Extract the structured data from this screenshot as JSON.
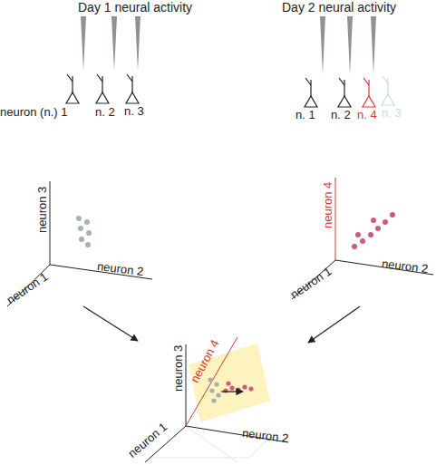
{
  "diagram": {
    "labels": [
      "Day 1 neural activity",
      "Day 2 neural activity",
      "neuron (n.) 1",
      "n. 2",
      "n. 3",
      "n. 1",
      "n. 2",
      "n. 4",
      "n. 3",
      "neuron 3",
      "neuron 1",
      "neuron 2",
      "neuron 4",
      "neuron 1",
      "neuron 2",
      "neuron 3",
      "neuron 4",
      "neuron 1",
      "neuron 2"
    ]
  }
}
